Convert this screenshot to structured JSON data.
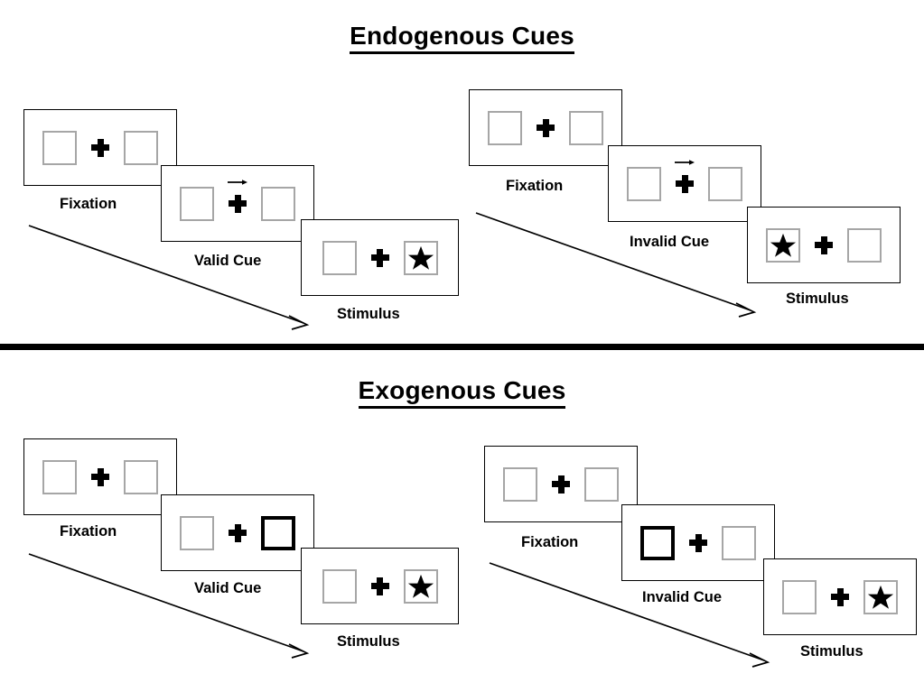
{
  "sections": [
    {
      "id": "endogenous",
      "title": "Endogenous Cues",
      "groups": [
        {
          "id": "endogenous-valid",
          "panels": [
            {
              "caption": "Fixation",
              "left_box": "empty",
              "right_box": "empty",
              "cue": "none",
              "left_content": "none",
              "right_content": "none"
            },
            {
              "caption": "Valid Cue",
              "left_box": "empty",
              "right_box": "empty",
              "cue": "arrow-right",
              "left_content": "none",
              "right_content": "none"
            },
            {
              "caption": "Stimulus",
              "left_box": "empty",
              "right_box": "empty",
              "cue": "none",
              "left_content": "none",
              "right_content": "star"
            }
          ]
        },
        {
          "id": "endogenous-invalid",
          "panels": [
            {
              "caption": "Fixation",
              "left_box": "empty",
              "right_box": "empty",
              "cue": "none",
              "left_content": "none",
              "right_content": "none"
            },
            {
              "caption": "Invalid Cue",
              "left_box": "empty",
              "right_box": "empty",
              "cue": "arrow-right",
              "left_content": "none",
              "right_content": "none"
            },
            {
              "caption": "Stimulus",
              "left_box": "empty",
              "right_box": "empty",
              "cue": "none",
              "left_content": "star",
              "right_content": "none"
            }
          ]
        }
      ]
    },
    {
      "id": "exogenous",
      "title": "Exogenous Cues",
      "groups": [
        {
          "id": "exogenous-valid",
          "panels": [
            {
              "caption": "Fixation",
              "left_box": "empty",
              "right_box": "empty",
              "cue": "none",
              "left_content": "none",
              "right_content": "none"
            },
            {
              "caption": "Valid Cue",
              "left_box": "empty",
              "right_box": "cued",
              "cue": "none",
              "left_content": "none",
              "right_content": "none"
            },
            {
              "caption": "Stimulus",
              "left_box": "empty",
              "right_box": "empty",
              "cue": "none",
              "left_content": "none",
              "right_content": "star"
            }
          ]
        },
        {
          "id": "exogenous-invalid",
          "panels": [
            {
              "caption": "Fixation",
              "left_box": "empty",
              "right_box": "empty",
              "cue": "none",
              "left_content": "none",
              "right_content": "none"
            },
            {
              "caption": "Invalid Cue",
              "left_box": "cued",
              "right_box": "empty",
              "cue": "none",
              "left_content": "none",
              "right_content": "none"
            },
            {
              "caption": "Stimulus",
              "left_box": "empty",
              "right_box": "empty",
              "cue": "none",
              "left_content": "none",
              "right_content": "star"
            }
          ]
        }
      ]
    }
  ],
  "colors": {
    "box_border": "#a6a6a6",
    "cued_box_border": "#000000",
    "panel_border": "#000000",
    "star_fill": "#000000",
    "divider": "#000000",
    "background": "#ffffff"
  },
  "icons": {
    "cue_arrow": "arrow-right-icon",
    "fixation": "plus-cross-icon",
    "target": "star-icon",
    "flow": "diagonal-arrow-icon"
  }
}
